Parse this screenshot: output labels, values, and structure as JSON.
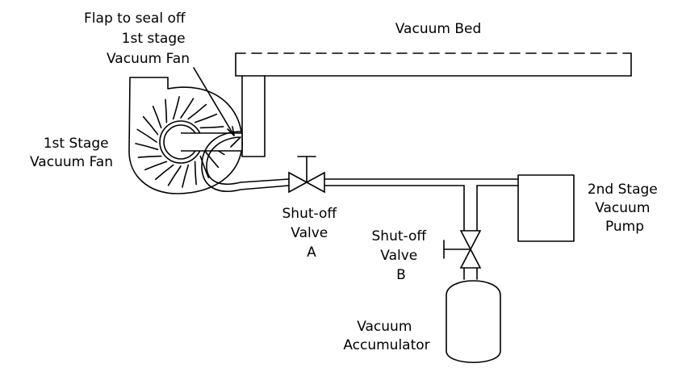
{
  "labels": {
    "flap_line1": "Flap to seal off",
    "flap_line2": "1st stage",
    "flap_line3": "Vacuum Fan",
    "vacuum_bed": "Vacuum Bed",
    "fan_line1": "1st Stage",
    "fan_line2": "Vacuum Fan",
    "valve_a_line1": "Shut-off",
    "valve_a_line2": "Valve",
    "valve_a_line3": "A",
    "valve_b_line1": "Shut-off",
    "valve_b_line2": "Valve",
    "valve_b_line3": "B",
    "pump_line1": "2nd Stage",
    "pump_line2": "Vacuum",
    "pump_line3": "Pump",
    "accum_line1": "Vacuum",
    "accum_line2": "Accumulator"
  },
  "colors": {
    "line": "#000000",
    "background": "#ffffff"
  }
}
